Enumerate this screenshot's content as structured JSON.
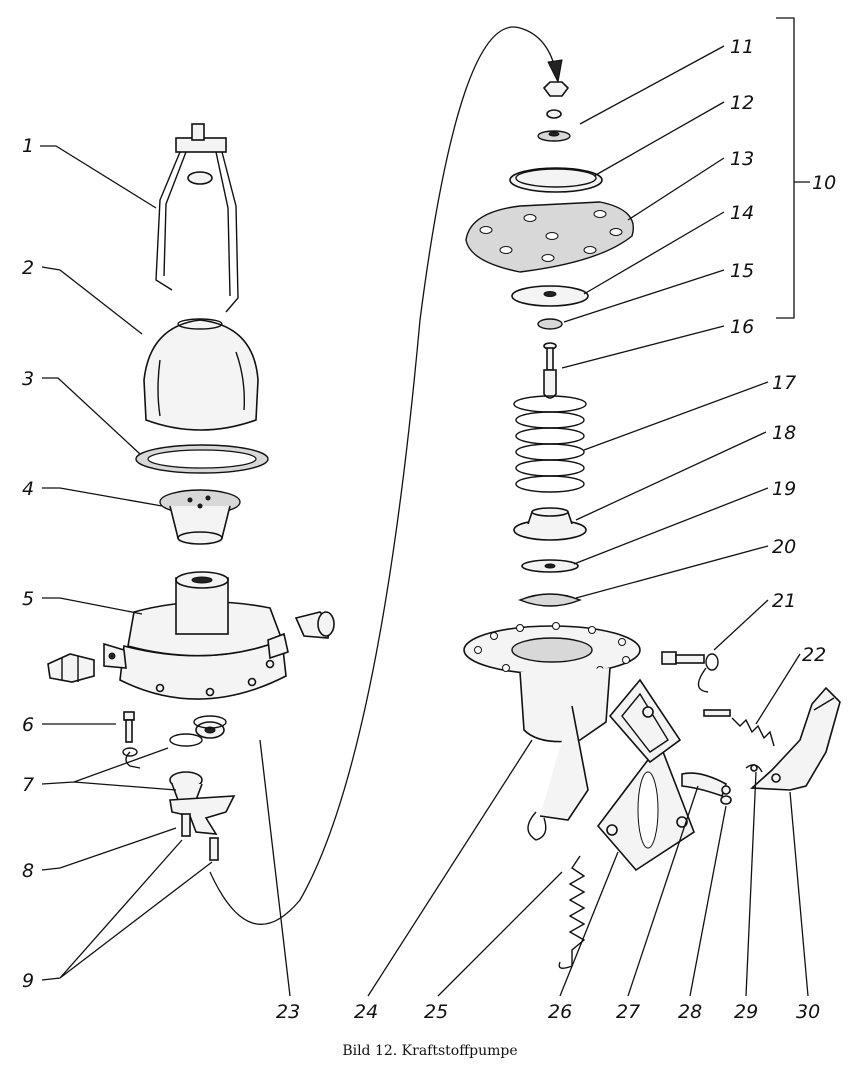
{
  "figure": {
    "caption": "Bild 12. Kraftstoffpumpe",
    "labels": [
      "1",
      "2",
      "3",
      "4",
      "5",
      "6",
      "7",
      "8",
      "9",
      "10",
      "11",
      "12",
      "13",
      "14",
      "15",
      "16",
      "17",
      "18",
      "19",
      "20",
      "21",
      "22",
      "23",
      "24",
      "25",
      "26",
      "27",
      "28",
      "29",
      "30"
    ]
  }
}
